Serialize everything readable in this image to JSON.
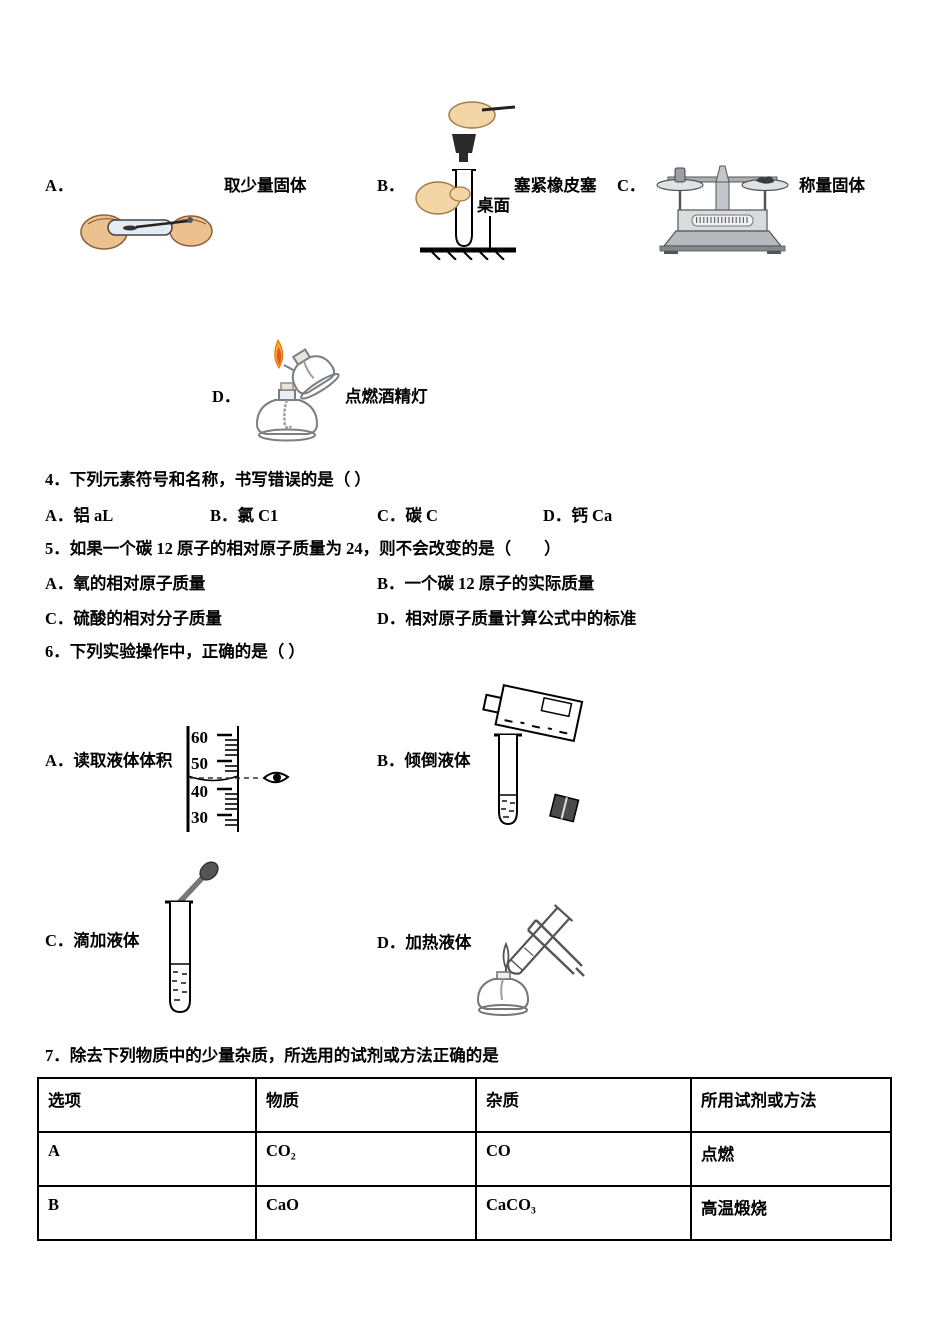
{
  "q3": {
    "opt_a": {
      "label": "A．",
      "caption": "取少量固体"
    },
    "opt_b": {
      "label": "B．",
      "caption": "塞紧橡皮塞",
      "desk_label": "桌面"
    },
    "opt_c": {
      "label": "C．",
      "caption": "称量固体"
    },
    "opt_d": {
      "label": "D．",
      "caption": "点燃酒精灯"
    }
  },
  "q4": {
    "stem": "4．下列元素符号和名称，书写错误的是（ ）",
    "options": [
      "A．铝 aL",
      "B．氯 C1",
      "C．碳 C",
      "D．钙 Ca"
    ]
  },
  "q5": {
    "stem": "5．如果一个碳 12 原子的相对原子质量为 24，则不会改变的是（　　）",
    "options": [
      "A．氧的相对原子质量",
      "B．一个碳 12 原子的实际质量",
      "C．硫酸的相对分子质量",
      "D．相对原子质量计算公式中的标准"
    ]
  },
  "q6": {
    "stem": "6．下列实验操作中，正确的是（ ）",
    "opt_a": "A．读取液体体积",
    "opt_b": "B．倾倒液体",
    "opt_c": "C．滴加液体",
    "opt_d": "D．加热液体",
    "cylinder_ticks": [
      "60",
      "50",
      "40",
      "30"
    ]
  },
  "q7": {
    "stem": "7．除去下列物质中的少量杂质，所选用的试剂或方法正确的是",
    "table": {
      "headers": [
        "选项",
        "物质",
        "杂质",
        "所用试剂或方法"
      ],
      "rows": [
        [
          "A",
          "CO₂",
          "CO",
          "点燃"
        ],
        [
          "B",
          "CaO",
          "CaCO₃",
          "高温煅烧"
        ]
      ]
    }
  }
}
